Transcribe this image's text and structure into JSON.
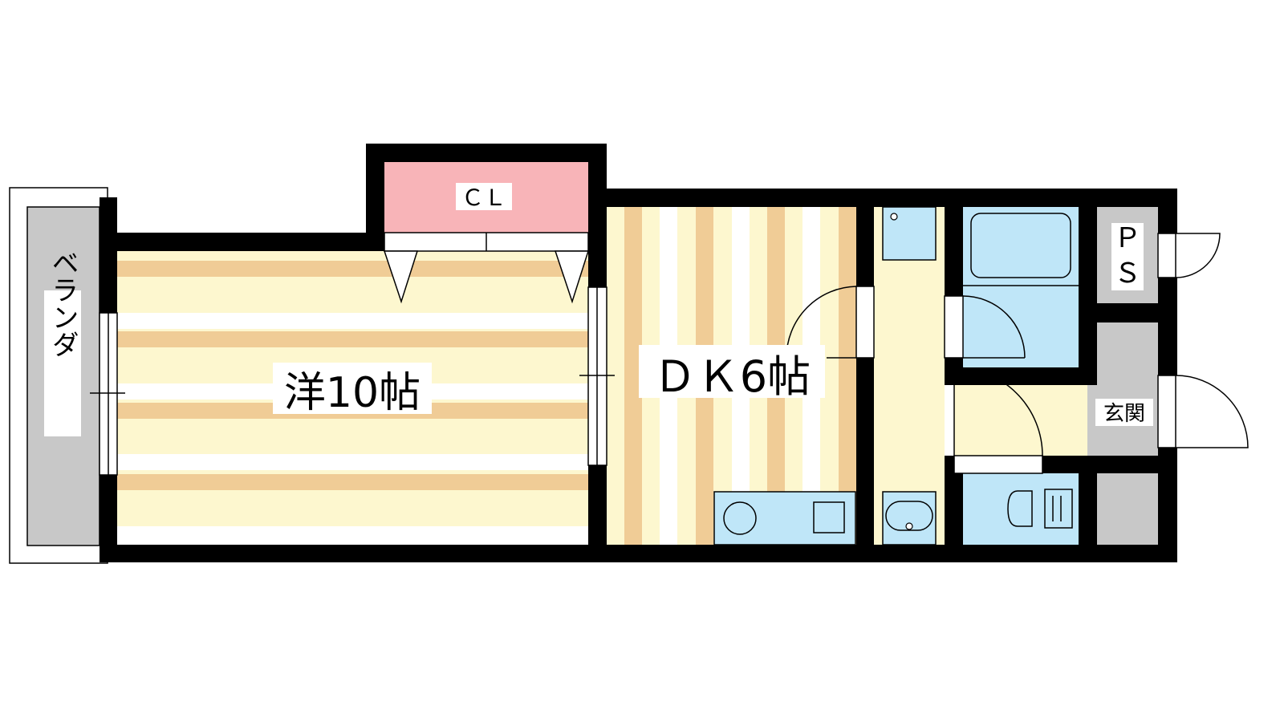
{
  "rooms": {
    "balcony": "ベランダ",
    "western": "洋10帖",
    "closet": "ＣＬ",
    "dk": "ＤＫ6帖",
    "ps_top": "Ｐ",
    "ps_bottom": "Ｓ",
    "entrance": "玄関"
  },
  "colors": {
    "wall": "#000000",
    "floor_light": "#fdf7cf",
    "floor_stripe": "#f0cc96",
    "closet": "#f8b4b8",
    "wet_area": "#bfe6f8",
    "gray_area": "#c8c8c8",
    "white": "#ffffff"
  }
}
